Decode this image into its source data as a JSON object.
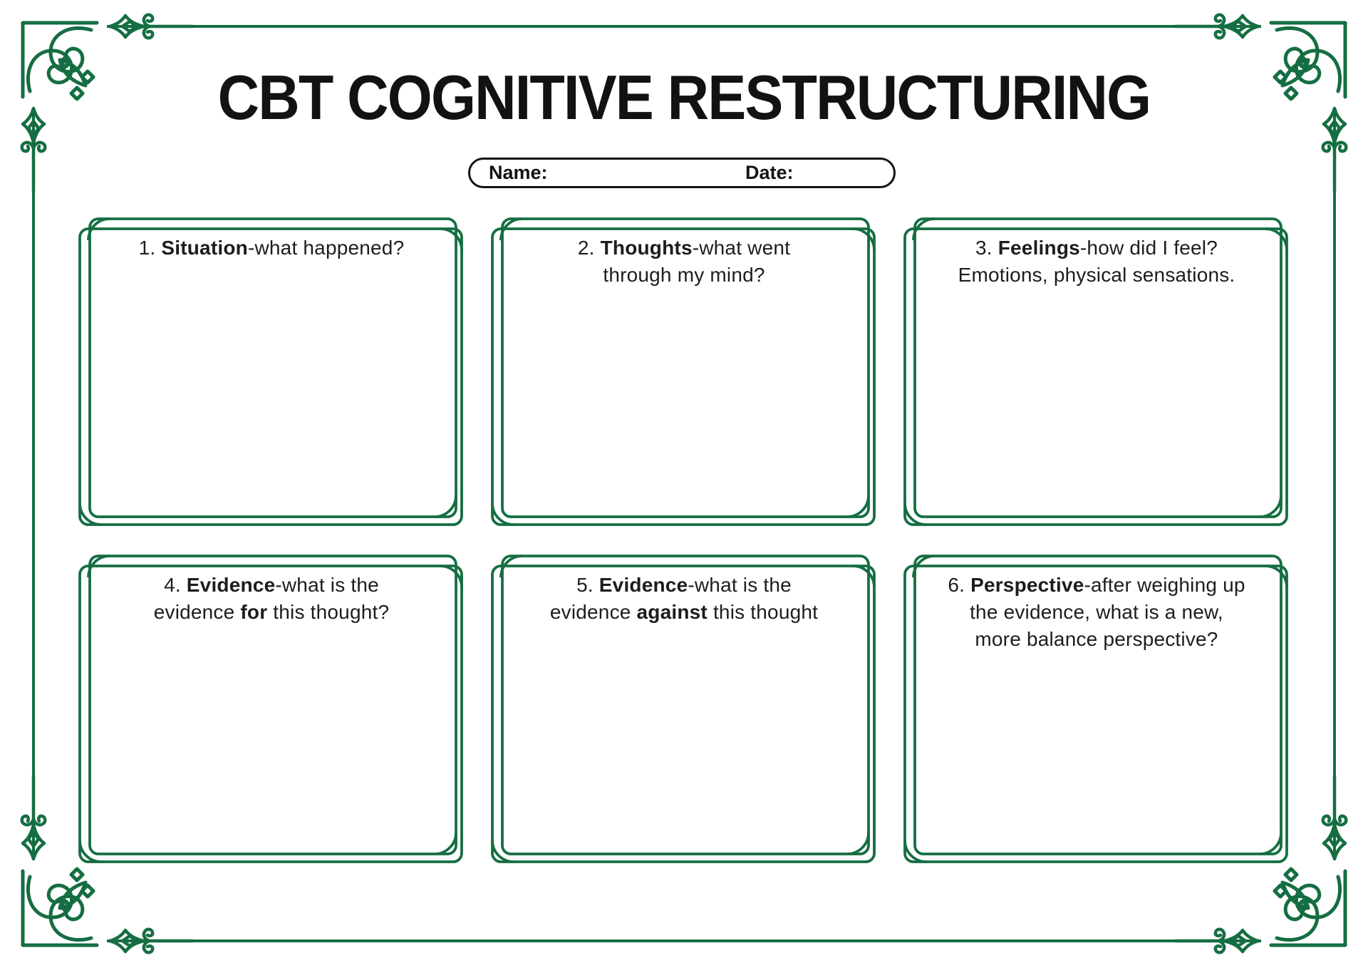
{
  "title": "CBT COGNITIVE RESTRUCTURING",
  "form": {
    "name_label": "Name:",
    "date_label": "Date:"
  },
  "colors": {
    "green": "#156e42",
    "ink": "#1d1d1d"
  },
  "ornaments": {
    "corner_icon": "corner-flourish",
    "edge_icon": "spear-diamond-finial",
    "border_icon": "border-line"
  },
  "boxes": [
    {
      "id": 1,
      "lines": [
        [
          {
            "t": "1. "
          },
          {
            "t": "Situation",
            "b": true
          },
          {
            "t": "-what happened?"
          }
        ]
      ]
    },
    {
      "id": 2,
      "lines": [
        [
          {
            "t": "2. "
          },
          {
            "t": "Thoughts",
            "b": true
          },
          {
            "t": "-what went"
          }
        ],
        [
          {
            "t": "through my mind?"
          }
        ]
      ]
    },
    {
      "id": 3,
      "lines": [
        [
          {
            "t": "3. "
          },
          {
            "t": "Feelings",
            "b": true
          },
          {
            "t": "-how did I feel?"
          }
        ],
        [
          {
            "t": "Emotions, physical sensations."
          }
        ]
      ]
    },
    {
      "id": 4,
      "lines": [
        [
          {
            "t": "4. "
          },
          {
            "t": "Evidence",
            "b": true
          },
          {
            "t": "-what is the"
          }
        ],
        [
          {
            "t": "evidence "
          },
          {
            "t": "for",
            "b": true
          },
          {
            "t": " this thought?"
          }
        ]
      ]
    },
    {
      "id": 5,
      "lines": [
        [
          {
            "t": "5. "
          },
          {
            "t": "Evidence",
            "b": true
          },
          {
            "t": "-what is the"
          }
        ],
        [
          {
            "t": "evidence "
          },
          {
            "t": "against",
            "b": true
          },
          {
            "t": " this thought"
          }
        ]
      ]
    },
    {
      "id": 6,
      "lines": [
        [
          {
            "t": "6. "
          },
          {
            "t": "Perspective",
            "b": true
          },
          {
            "t": "-after weighing up"
          }
        ],
        [
          {
            "t": "the evidence, what is a new,"
          }
        ],
        [
          {
            "t": "more balance perspective?"
          }
        ]
      ]
    }
  ]
}
